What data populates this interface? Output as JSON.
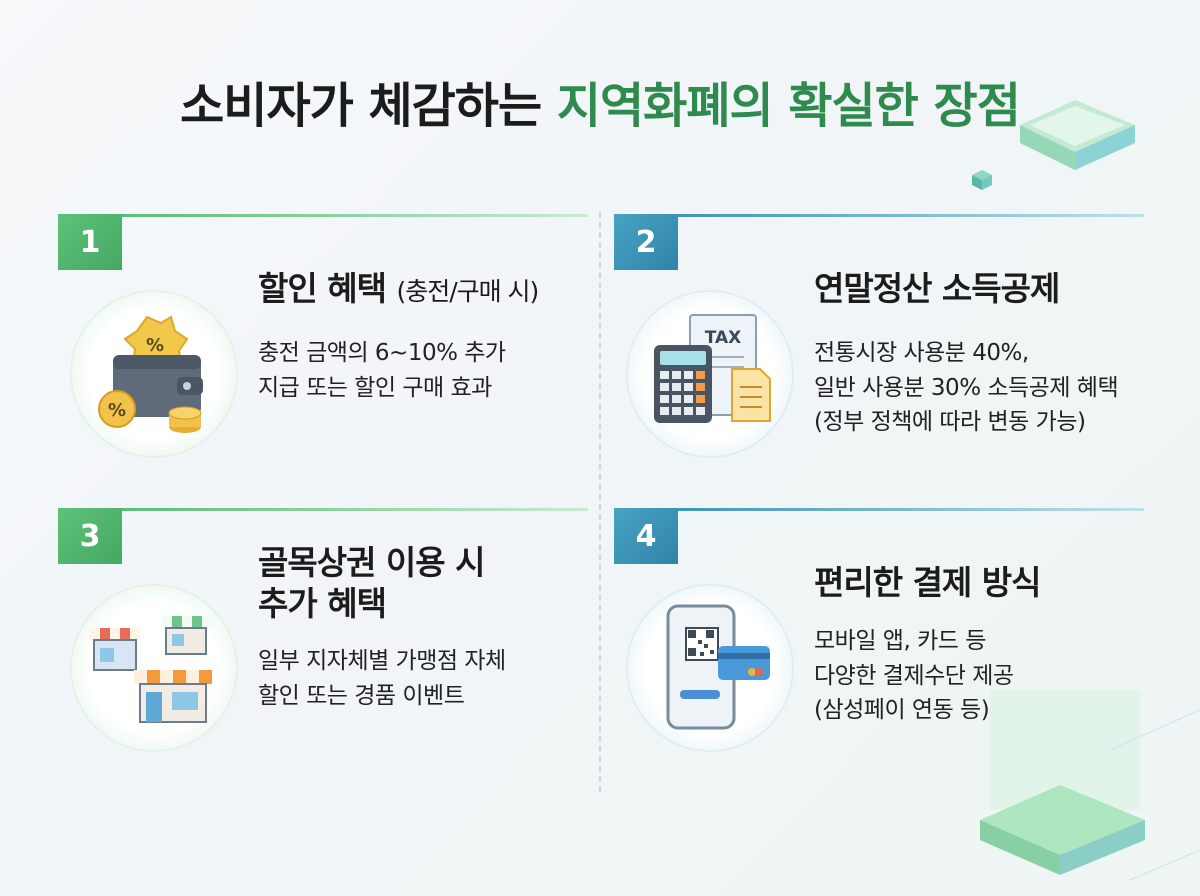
{
  "title": {
    "part1": "소비자가 체감하는",
    "part2": "지역화폐의 확실한 장점"
  },
  "colors": {
    "green": "#56b971",
    "blue": "#3c93b7",
    "accent": "#2f8a4e"
  },
  "benefits": [
    {
      "number": "1",
      "heading": "할인 혜택",
      "heading_sub": "(충전/구매 시)",
      "lines": [
        "충전 금액의 6~10% 추가",
        "지급 또는 할인 구매 효과"
      ],
      "icon": "wallet-percent-icon"
    },
    {
      "number": "2",
      "heading": "연말정산 소득공제",
      "lines": [
        "전통시장 사용분 40%,",
        "일반 사용분 30% 소득공제 혜택",
        "(정부 정책에 따라 변동 가능)"
      ],
      "icon": "tax-calculator-icon",
      "icon_text": "TAX"
    },
    {
      "number": "3",
      "heading_line1": "골목상권 이용 시",
      "heading_line2": "추가 혜택",
      "lines": [
        "일부 지자체별 가맹점 자체",
        "할인 또는 경품 이벤트"
      ],
      "icon": "storefronts-icon"
    },
    {
      "number": "4",
      "heading": "편리한 결제 방식",
      "lines": [
        "모바일 앱, 카드 등",
        "다양한 결제수단 제공",
        "(삼성페이 연동 등)"
      ],
      "icon": "mobile-qr-card-icon"
    }
  ]
}
